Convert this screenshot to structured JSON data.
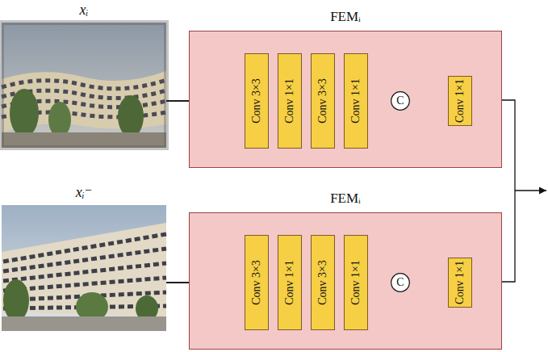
{
  "diagram": {
    "nodes": [
      {
        "text": [
          "xᵢ"
        ]
      },
      {
        "text": [
          "FEMᵢ"
        ]
      },
      {
        "text": [
          "Conv 3×3"
        ],
        "in": 1
      },
      {
        "text": [
          "Conv 1×1"
        ],
        "in": 1
      },
      {
        "text": [
          "Conv 3×3"
        ],
        "in": 1
      },
      {
        "text": [
          "Conv 1×1"
        ],
        "in": 1
      },
      {
        "text": [
          "C"
        ],
        "in": 1
      },
      {
        "text": [
          "Conv 1×1"
        ],
        "in": 1
      },
      {
        "text": [
          "xᵢ⁻"
        ]
      },
      {
        "text": [
          "FEMᵢ"
        ]
      },
      {
        "text": [
          "Conv 3×3"
        ],
        "in": 9
      },
      {
        "text": [
          "Conv 1×1"
        ],
        "in": 9
      },
      {
        "text": [
          "Conv 3×3"
        ],
        "in": 9
      },
      {
        "text": [
          "Conv 1×1"
        ],
        "in": 9
      },
      {
        "text": [
          "C"
        ],
        "in": 9
      },
      {
        "text": [
          "Conv 1×1"
        ],
        "in": 9
      }
    ],
    "edges": [
      {
        "from": 0,
        "to": 2,
        "arrow": "to"
      },
      {
        "from": 0,
        "to": 6,
        "arrow": "to"
      },
      {
        "from": 5,
        "to": 6,
        "arrow": "to"
      },
      {
        "from": 6,
        "to": 7,
        "arrow": "to"
      },
      {
        "from": 8,
        "to": 10,
        "arrow": "to"
      },
      {
        "from": 8,
        "to": 14,
        "arrow": "to"
      },
      {
        "from": 13,
        "to": 14,
        "arrow": "to"
      },
      {
        "from": 14,
        "to": 15,
        "arrow": "to"
      }
    ]
  }
}
